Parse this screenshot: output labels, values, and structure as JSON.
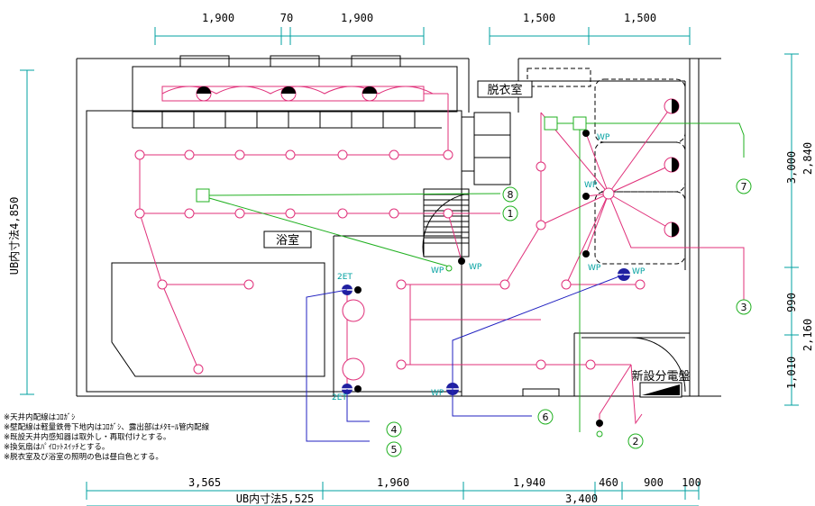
{
  "colors": {
    "wall": "#000000",
    "dimension": "#00a0a0",
    "magenta_circuit": "#e0307a",
    "green_circuit": "#20b020",
    "blue_circuit": "#2020c0",
    "fixture_fill": "#202080"
  },
  "dimensions": {
    "top_left": [
      "1,900",
      "70",
      "1,900"
    ],
    "top_right": [
      "1,500",
      "1,500"
    ],
    "bottom_row1": [
      "3,565",
      "1,960",
      "1,940",
      "460",
      "900",
      "100"
    ],
    "bottom_row2_left": "UB内寸法5,525",
    "bottom_row2_right": "3,400",
    "left_vertical": "UB内寸法4,850",
    "right_outer": [
      "3,000",
      "990",
      "1,010"
    ],
    "right_inner": [
      "2,840",
      "2,160"
    ]
  },
  "rooms": {
    "bathroom": "浴室",
    "dressing_room": "脱衣室",
    "panel": "新設分電盤"
  },
  "fixture_labels": {
    "wp": "WP",
    "twoet": "2ET"
  },
  "circuits": [
    "8",
    "1",
    "7",
    "3",
    "4",
    "5",
    "6",
    "2"
  ],
  "notes": [
    "※天井内配線はｺﾛｶﾞｼ",
    "※壁配線は軽量鉄骨下地内はｺﾛｶﾞｼ、露出部はﾒﾀﾓｰﾙ管内配線",
    "※既設天井内感知器は取外し・再取付けとする。",
    "※換気扇はﾊﾟｲﾛｯﾄｽｲｯﾁとする。",
    "※脱衣室及び浴室の照明の色は昼白色とする。"
  ]
}
